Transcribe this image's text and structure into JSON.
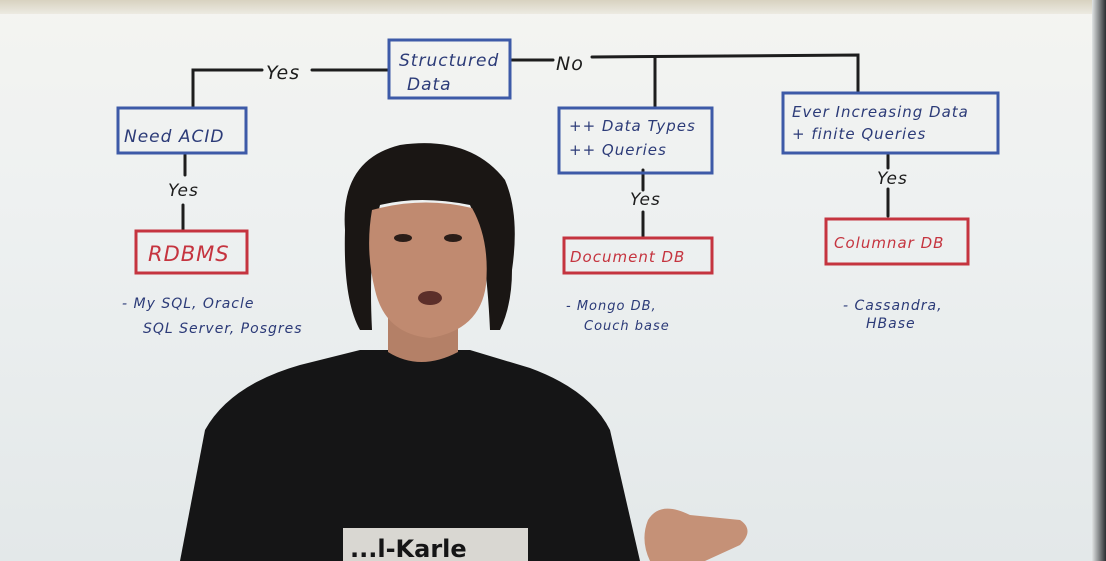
{
  "diagram": {
    "root": {
      "line1": "Structured",
      "line2": "Data"
    },
    "edges": {
      "yes_left": "Yes",
      "no_right": "No"
    },
    "nodes": {
      "acid": "Need ACID",
      "datatypes": {
        "line1": "++ Data Types",
        "line2": "++ Queries"
      },
      "increasing": {
        "line1": "Ever Increasing Data",
        "line2": "+ finite Queries"
      }
    },
    "answers": {
      "yes1": "Yes",
      "yes2": "Yes",
      "yes3": "Yes"
    },
    "results": {
      "rdbms": "RDBMS",
      "document": "Document DB",
      "columnar": "Columnar DB"
    },
    "examples": {
      "rdbms": {
        "line1": "- My SQL, Oracle",
        "line2": "SQL Server, Posgres"
      },
      "document": {
        "line1": "- Mongo DB,",
        "line2": "Couch base"
      },
      "columnar": {
        "line1": "- Cassandra,",
        "line2": "HBase"
      }
    }
  },
  "shirt_print": "...l-Karle",
  "colors": {
    "board": "#eef1f1",
    "marker_blue": "#2c3b78",
    "box_blue": "#3d5aa8",
    "marker_red": "#c5343f",
    "marker_black": "#1d1d1d",
    "shirt": "#151516"
  }
}
